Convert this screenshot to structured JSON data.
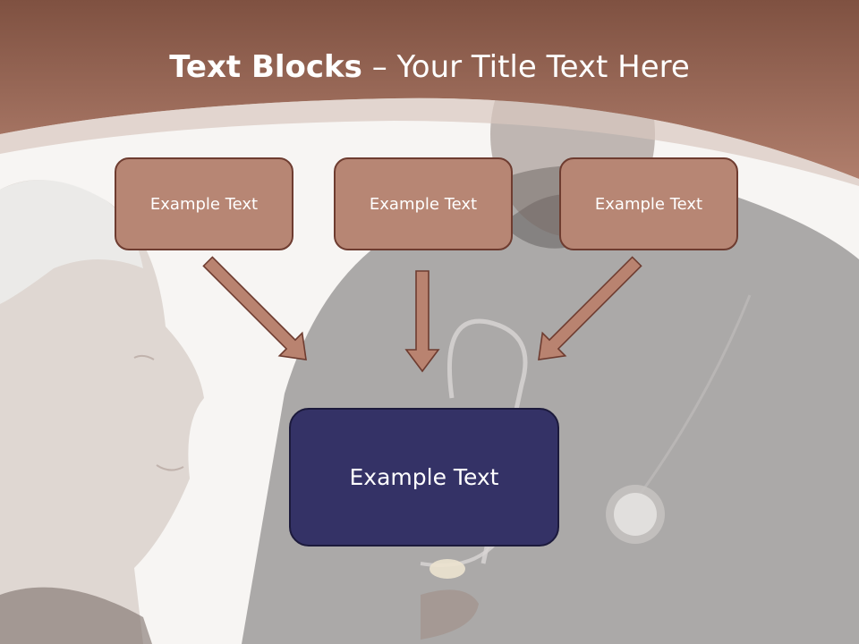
{
  "slide": {
    "title_bold": "Text Blocks",
    "title_dash": " – ",
    "title_rest": "Your Title Text Here"
  },
  "blocks": {
    "top_left": "Example Text",
    "top_center": "Example Text",
    "top_right": "Example Text",
    "bottom": "Example Text"
  },
  "colors": {
    "header_band": "#a86e5c",
    "block_fill": "#b78674",
    "block_border": "#6e3c30",
    "arrow_fill": "#b98370",
    "bottom_block_fill": "#343266"
  }
}
